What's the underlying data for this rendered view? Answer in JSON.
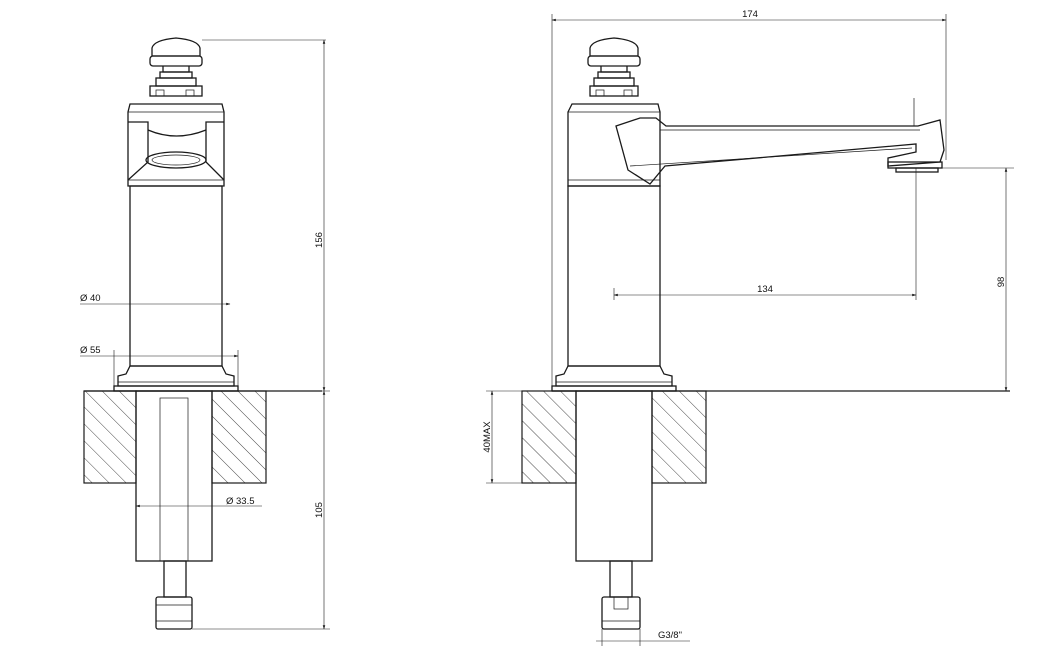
{
  "dimensions": {
    "front": {
      "total_height_above": "156",
      "below_deck_height": "105",
      "body_diameter": "40",
      "base_diameter": "55",
      "shank_diameter": "33.5",
      "diameter_symbol": "Ø"
    },
    "side": {
      "overall_reach": "174",
      "spout_reach": "134",
      "spout_height": "98",
      "max_deck_thickness": "40MAX",
      "connection": "G3/8\""
    }
  },
  "colors": {
    "line": "#1a1a1a",
    "background": "#ffffff"
  }
}
